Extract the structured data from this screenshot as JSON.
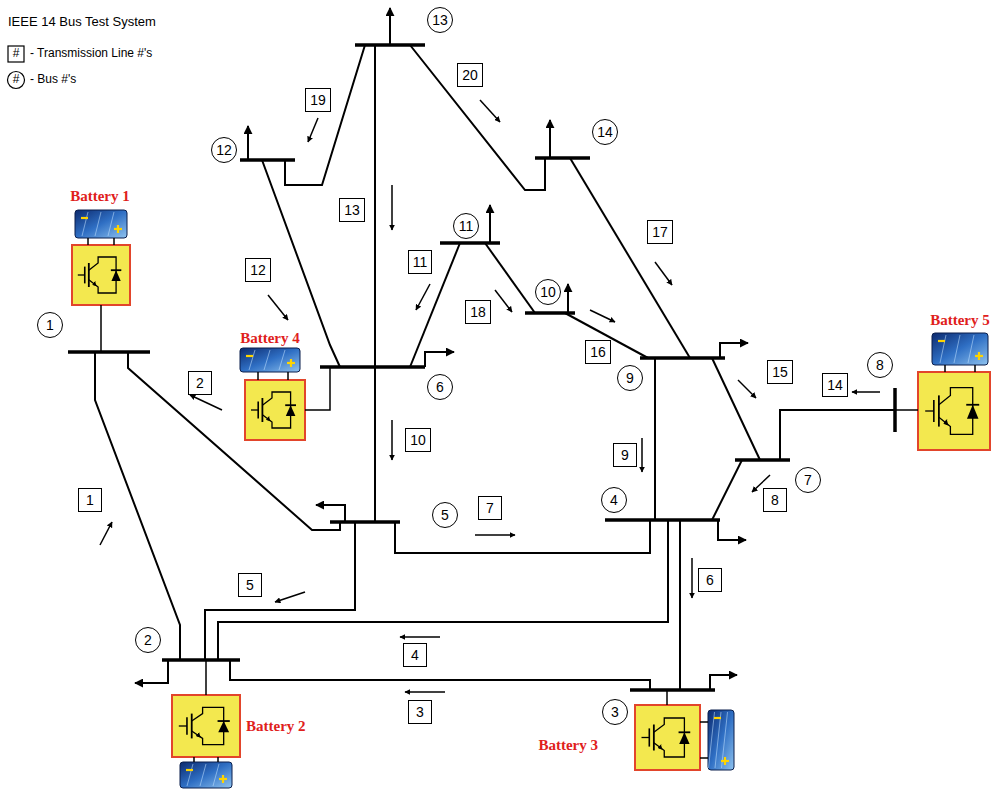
{
  "diagram": {
    "title": "IEEE 14 Bus Test System",
    "nodes": [
      {
        "text": [
          "1"
        ]
      },
      {
        "text": [
          "2"
        ]
      },
      {
        "text": [
          "3"
        ]
      },
      {
        "text": [
          "4"
        ]
      },
      {
        "text": [
          "5"
        ]
      },
      {
        "text": [
          "6"
        ]
      },
      {
        "text": [
          "7"
        ]
      },
      {
        "text": [
          "8"
        ]
      },
      {
        "text": [
          "9"
        ]
      },
      {
        "text": [
          "10"
        ]
      },
      {
        "text": [
          "11"
        ]
      },
      {
        "text": [
          "12"
        ]
      },
      {
        "text": [
          "13"
        ]
      },
      {
        "text": [
          "14"
        ]
      },
      {
        "text": [
          "1"
        ]
      },
      {
        "text": [
          "2"
        ]
      },
      {
        "text": [
          "3"
        ]
      },
      {
        "text": [
          "4"
        ]
      },
      {
        "text": [
          "5"
        ]
      },
      {
        "text": [
          "6"
        ]
      },
      {
        "text": [
          "7"
        ]
      },
      {
        "text": [
          "8"
        ]
      },
      {
        "text": [
          "9"
        ]
      },
      {
        "text": [
          "10"
        ]
      },
      {
        "text": [
          "11"
        ]
      },
      {
        "text": [
          "12"
        ]
      },
      {
        "text": [
          "13"
        ]
      },
      {
        "text": [
          "14"
        ]
      },
      {
        "text": [
          "15"
        ]
      },
      {
        "text": [
          "16"
        ]
      },
      {
        "text": [
          "17"
        ]
      },
      {
        "text": [
          "18"
        ]
      },
      {
        "text": [
          "19"
        ]
      },
      {
        "text": [
          "20"
        ]
      }
    ],
    "labels": [
      "#",
      "#",
      "Battery 1",
      "Battery 4",
      "Battery 5",
      "Battery 2",
      "Battery 3"
    ],
    "legend": [
      {
        "text": "- Transmission Line #'s"
      },
      {
        "text": "- Bus #'s"
      }
    ]
  }
}
